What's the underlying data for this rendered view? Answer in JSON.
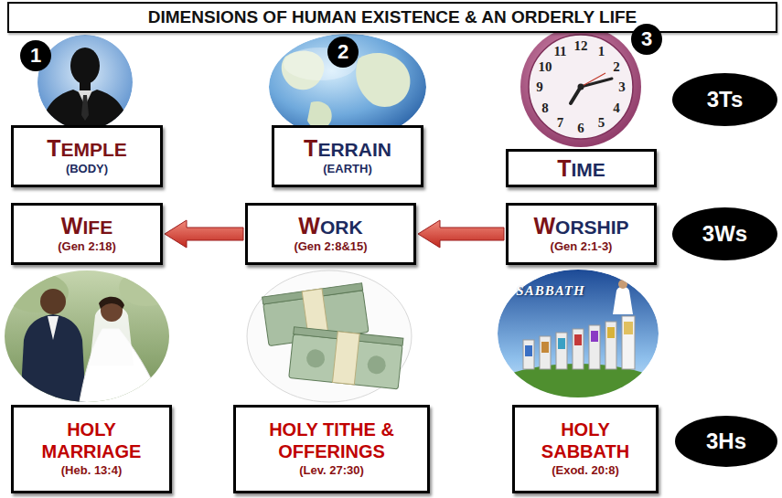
{
  "diagram": {
    "title": "DIMENSIONS OF HUMAN EXISTENCE & AN ORDERLY LIFE",
    "nodes": [
      {
        "text": [
          "TEMPLE",
          "(BODY)"
        ]
      },
      {
        "text": [
          "TERRAIN",
          "(EARTH)"
        ]
      },
      {
        "text": [
          "TIME"
        ]
      },
      {
        "text": [
          "3Ts"
        ]
      },
      {
        "text": [
          "WIFE",
          "(Gen 2:18)"
        ]
      },
      {
        "text": [
          "WORK",
          "(Gen 2:8&15)"
        ]
      },
      {
        "text": [
          "WORSHIP",
          "(Gen 2:1-3)"
        ]
      },
      {
        "text": [
          "3Ws"
        ]
      },
      {
        "text": [
          "HOLY MARRIAGE",
          "(Heb. 13:4)"
        ]
      },
      {
        "text": [
          "HOLY TITHE & OFFERINGS",
          "(Lev. 27:30)"
        ]
      },
      {
        "text": [
          "HOLY SABBATH",
          "(Exod. 20:8)"
        ]
      },
      {
        "text": [
          "3Hs"
        ]
      }
    ],
    "edges": [
      {
        "from": 6,
        "to": 5,
        "arrow": "to"
      },
      {
        "from": 5,
        "to": 4,
        "arrow": "to"
      }
    ],
    "labels": [
      "1",
      "2",
      "3",
      "12",
      "1",
      "2",
      "3",
      "4",
      "5",
      "6",
      "7",
      "8",
      "9",
      "10",
      "11",
      "SABBATH"
    ]
  }
}
